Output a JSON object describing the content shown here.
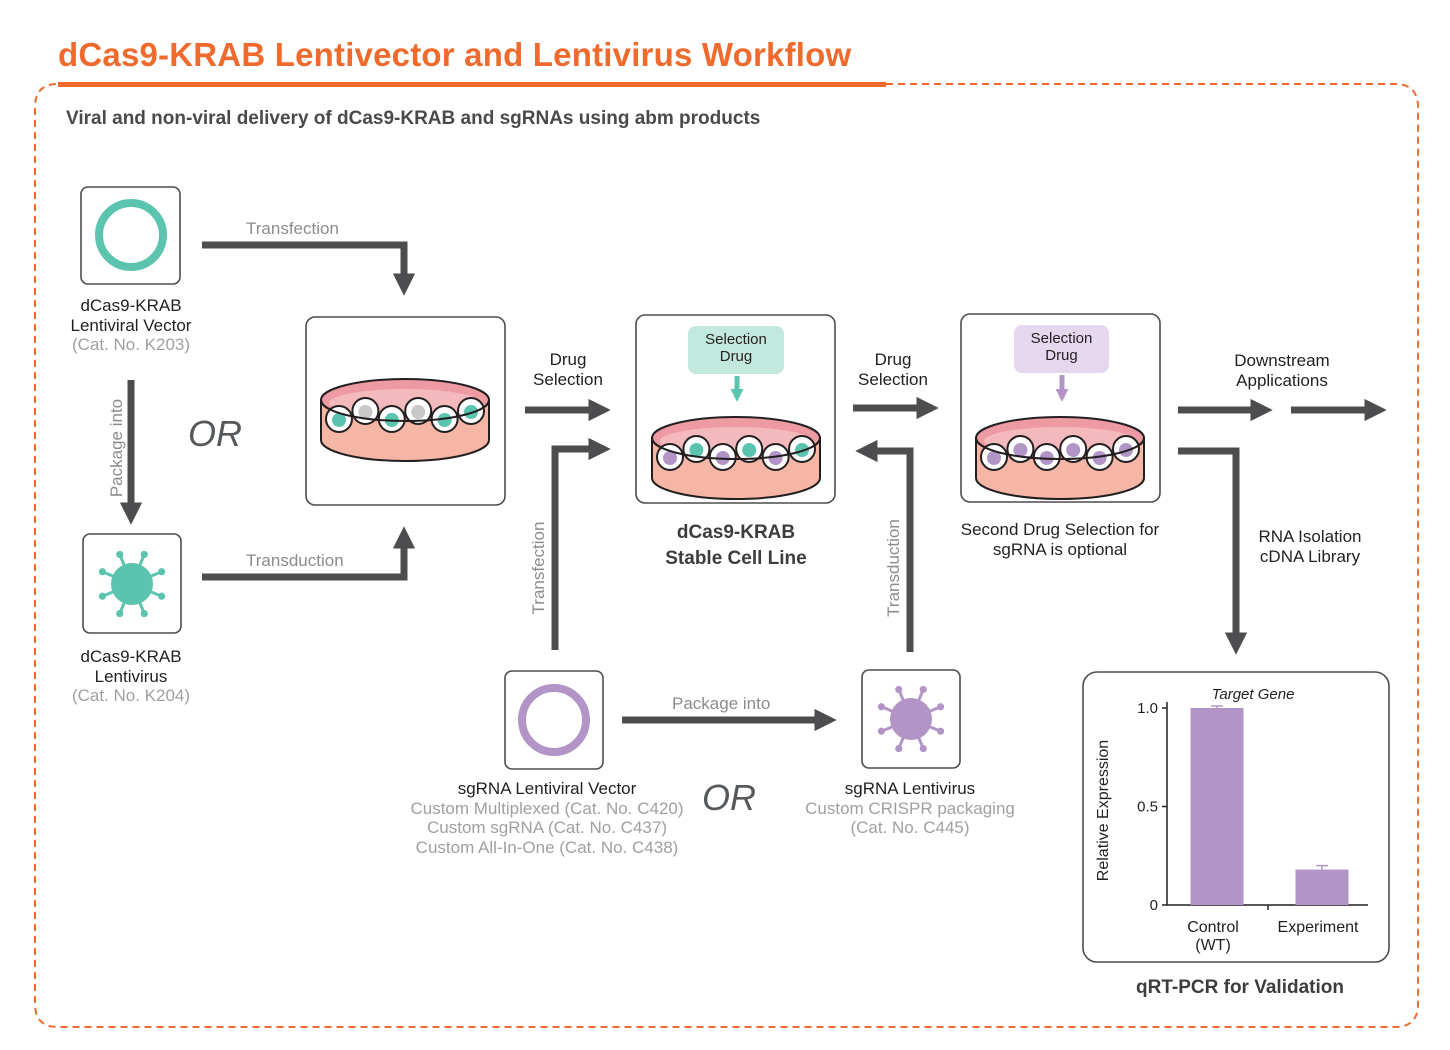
{
  "title": "dCas9-KRAB Lentivector and Lentivirus Workflow",
  "subtitle": "Viral and non-viral delivery of dCas9-KRAB and sgRNAs using abm products",
  "colors": {
    "accent": "#ee6b2d",
    "teal": "#5bc4ae",
    "purple": "#b394c7",
    "arrow": "#4d4d4f",
    "dish": "#f2a69a"
  },
  "products": {
    "vector": {
      "name_line1": "dCas9-KRAB",
      "name_line2": "Lentiviral Vector",
      "cat": "(Cat. No. K203)"
    },
    "virus": {
      "name_line1": "dCas9-KRAB",
      "name_line2": "Lentivirus",
      "cat": "(Cat. No. K204)"
    },
    "sgrna_vector": {
      "name": "sgRNA Lentiviral Vector",
      "cat1": "Custom Multiplexed (Cat. No. C420)",
      "cat2": "Custom sgRNA (Cat. No. C437)",
      "cat3": "Custom All-In-One (Cat. No. C438)"
    },
    "sgrna_virus": {
      "name": "sgRNA Lentivirus",
      "cat1": "Custom CRISPR packaging",
      "cat2": "(Cat. No. C445)"
    }
  },
  "arrows": {
    "transfection": "Transfection",
    "transduction": "Transduction",
    "package_into": "Package into",
    "drug_selection_line1": "Drug",
    "drug_selection_line2": "Selection",
    "downstream_line1": "Downstream",
    "downstream_line2": "Applications",
    "rna_line1": "RNA Isolation",
    "rna_line2": "cDNA Library"
  },
  "or_label": "OR",
  "selection_drug_line1": "Selection",
  "selection_drug_line2": "Drug",
  "stable_line_1": "dCas9-KRAB",
  "stable_line_2": "Stable Cell Line",
  "second_selection_line1": "Second Drug Selection for",
  "second_selection_line2": "sgRNA is optional",
  "qpcr_caption": "qRT-PCR for Validation",
  "chart_data": {
    "type": "bar",
    "title": "Target Gene",
    "ylabel": "Relative Expression",
    "categories": [
      "Control\n(WT)",
      "Experiment"
    ],
    "category_line1": [
      "Control",
      "Experiment"
    ],
    "category_line2": [
      "(WT)",
      ""
    ],
    "values": [
      1.0,
      0.18
    ],
    "errors": [
      0.01,
      0.02
    ],
    "ylim": [
      0,
      1.0
    ],
    "yticks": [
      "0",
      "0.5",
      "1.0"
    ],
    "ytick_values": [
      0,
      0.5,
      1.0
    ],
    "color": "#b394c7"
  }
}
